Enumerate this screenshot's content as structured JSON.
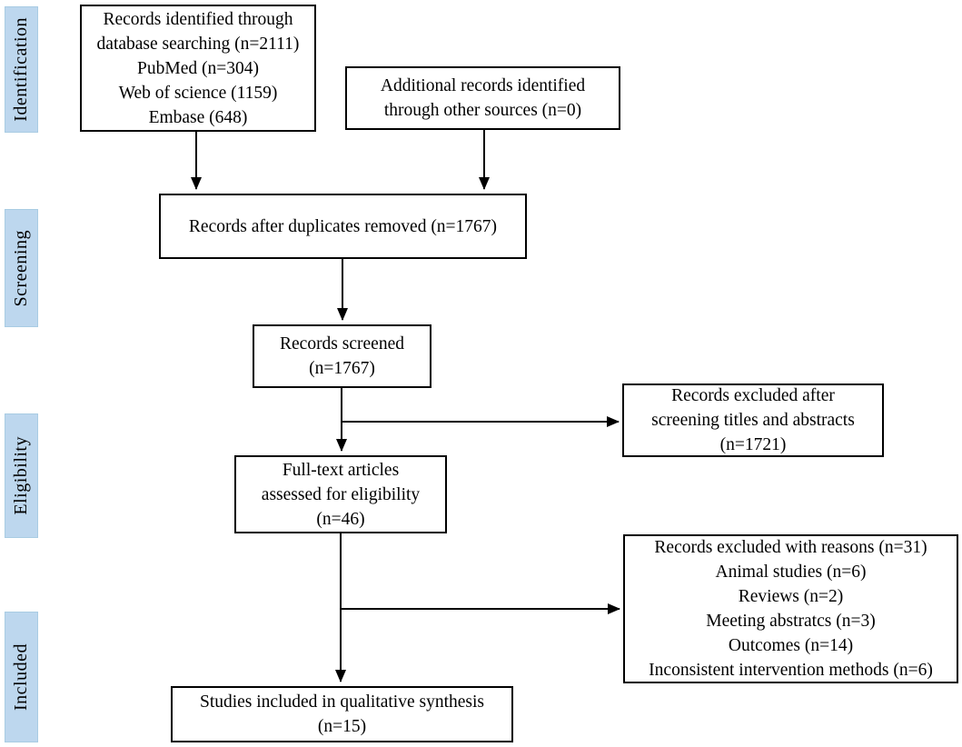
{
  "figure": {
    "kind": "PRISMA flow diagram"
  },
  "colors": {
    "stage_fill": "#bdd7ee",
    "stage_border": "#a9cce3",
    "box_border": "#000000",
    "box_fill": "#ffffff",
    "arrow": "#000000",
    "text": "#000000",
    "background": "#ffffff"
  },
  "stages": [
    {
      "label": "Identification"
    },
    {
      "label": "Screening"
    },
    {
      "label": "Eligibility"
    },
    {
      "label": "Included"
    }
  ],
  "boxes": {
    "identified": {
      "lines": [
        "Records identified through",
        "database searching (n=2111)",
        "PubMed (n=304)",
        "Web of science (1159)",
        "Embase (648)"
      ]
    },
    "additional": {
      "lines": [
        "Additional records identified",
        "through other sources (n=0)"
      ]
    },
    "duplicates_removed": {
      "lines": [
        "Records after duplicates removed (n=1767)"
      ]
    },
    "screened": {
      "lines": [
        "Records screened",
        "(n=1767)"
      ]
    },
    "excluded_screening": {
      "lines": [
        "Records excluded after",
        "screening titles and abstracts",
        "(n=1721)"
      ]
    },
    "fulltext": {
      "lines": [
        "Full-text articles",
        "assessed for eligibility",
        "(n=46)"
      ]
    },
    "excluded_reasons": {
      "lines": [
        "Records excluded with reasons (n=31)",
        "Animal studies (n=6)",
        "Reviews (n=2)",
        "Meeting abstratcs (n=3)",
        "Outcomes (n=14)",
        "Inconsistent intervention methods (n=6)"
      ]
    },
    "qualitative_synthesis": {
      "lines": [
        "Studies included in qualitative synthesis",
        "(n=15)"
      ]
    }
  }
}
